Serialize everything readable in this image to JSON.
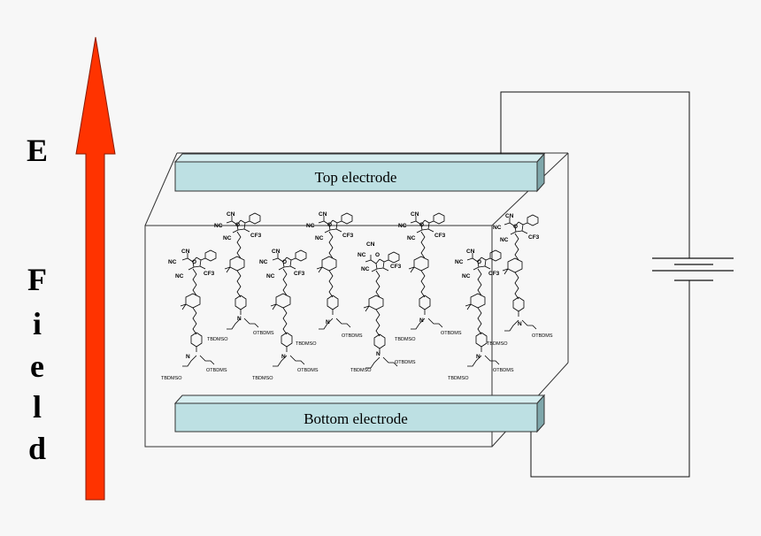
{
  "field": {
    "letter_e": "E",
    "letters": [
      "F",
      "i",
      "e",
      "l",
      "d"
    ],
    "arrow_color": "#ff3300"
  },
  "electrodes": {
    "top_label": "Top electrode",
    "bottom_label": "Bottom electrode",
    "fill_color": "#bde0e3"
  },
  "molecule_labels": {
    "cn": "CN",
    "nc": "NC",
    "cf3": "CF3",
    "o": "O",
    "n": "N",
    "left_group": "TBDMSO",
    "right_group": "OTBDMS"
  }
}
